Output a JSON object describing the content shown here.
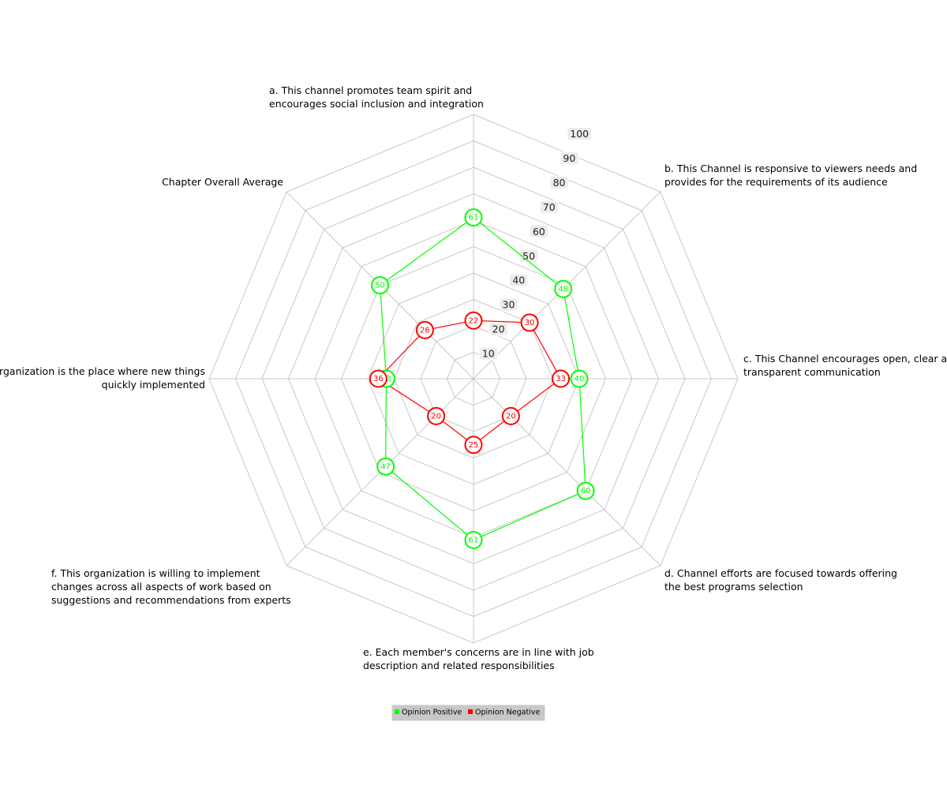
{
  "chart_data": {
    "type": "radar",
    "axes": [
      "a. This channel promotes team spirit and|encourages social inclusion and integration",
      "b. This Channel is responsive to viewers needs and|provides for the requirements of its audience",
      "c. This Channel encourages open, clear and|transparent communication",
      "d. Channel efforts are focused towards offering|the best programs selection",
      "e. Each member's concerns are in line with job|description and related responsibilities",
      "f. This organization  is willing to implement|changes across all aspects of work based on|suggestions and recommendations from experts",
      "organization is the place where new things|quickly implemented",
      "Chapter Overall Average"
    ],
    "rlim": [
      0,
      100
    ],
    "ticks": [
      10,
      20,
      30,
      40,
      50,
      60,
      70,
      80,
      90,
      100
    ],
    "grid": true,
    "legend_position": "bottom",
    "series": [
      {
        "name": "Opinion Positive",
        "color": "#00ff00",
        "values": [
          61,
          48,
          40,
          60,
          61,
          47,
          33,
          50
        ]
      },
      {
        "name": "Opinion Negative",
        "color": "#ff0000",
        "values": [
          22,
          30,
          33,
          20,
          25,
          20,
          36,
          26
        ]
      }
    ]
  }
}
